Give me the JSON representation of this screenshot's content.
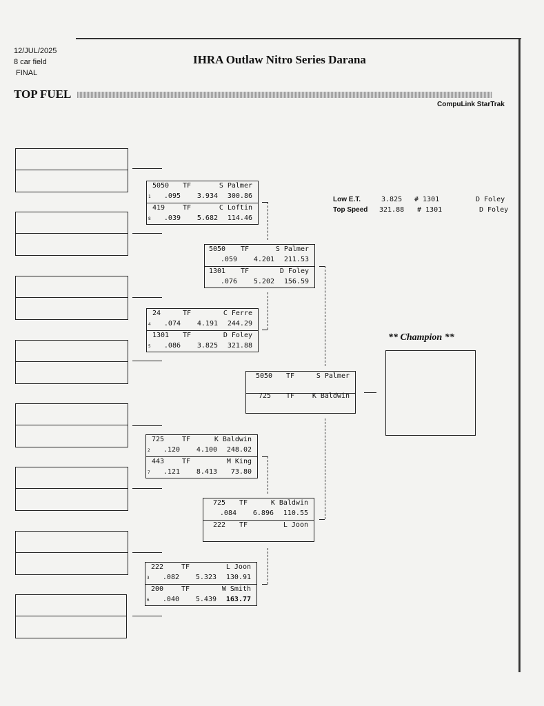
{
  "header": {
    "date": "12/JUL/2025",
    "field": "8 car field",
    "status": "FINAL",
    "title": "IHRA Outlaw Nitro Series Darana",
    "section": "TOP FUEL",
    "brand": "CompuLink StarTrak"
  },
  "stats": {
    "low_et": {
      "label": "Low  E.T.",
      "value": "3.825",
      "car": "# 1301",
      "driver": "D Foley"
    },
    "top_speed": {
      "label": "Top Speed",
      "value": "321.88",
      "car": "# 1301",
      "driver": "D Foley"
    }
  },
  "champion": {
    "label": "** Champion **"
  },
  "round1": [
    {
      "top": {
        "num": "5050",
        "cls": "TF",
        "name": "S Palmer",
        "seed": "1",
        "rt": ".095",
        "et": "3.934",
        "spd": "300.86"
      },
      "bottom": {
        "num": "419",
        "cls": "TF",
        "name": "C Loftin",
        "seed": "8",
        "rt": ".039",
        "et": "5.682",
        "spd": "114.46"
      }
    },
    {
      "top": {
        "num": "24",
        "cls": "TF",
        "name": "C Ferre",
        "seed": "4",
        "rt": ".074",
        "et": "4.191",
        "spd": "244.29"
      },
      "bottom": {
        "num": "1301",
        "cls": "TF",
        "name": "D Foley",
        "seed": "5",
        "rt": ".086",
        "et": "3.825",
        "spd": "321.88"
      }
    },
    {
      "top": {
        "num": "725",
        "cls": "TF",
        "name": "K Baldwin",
        "seed": "2",
        "rt": ".120",
        "et": "4.100",
        "spd": "248.02"
      },
      "bottom": {
        "num": "443",
        "cls": "TF",
        "name": "M King",
        "seed": "7",
        "rt": ".121",
        "et": "8.413",
        "spd": "73.80"
      }
    },
    {
      "top": {
        "num": "222",
        "cls": "TF",
        "name": "L Joon",
        "seed": "3",
        "rt": ".082",
        "et": "5.323",
        "spd": "130.91"
      },
      "bottom": {
        "num": "200",
        "cls": "TF",
        "name": "W Smith",
        "seed": "6",
        "rt": ".040",
        "et": "5.439",
        "spd": "163.77"
      }
    }
  ],
  "semis": [
    {
      "top": {
        "num": "5050",
        "cls": "TF",
        "name": "S Palmer",
        "rt": ".059",
        "et": "4.201",
        "spd": "211.53"
      },
      "bottom": {
        "num": "1301",
        "cls": "TF",
        "name": "D Foley",
        "rt": ".076",
        "et": "5.202",
        "spd": "156.59"
      }
    },
    {
      "top": {
        "num": "725",
        "cls": "TF",
        "name": "K Baldwin",
        "rt": ".084",
        "et": "6.896",
        "spd": "110.55"
      },
      "bottom": {
        "num": "222",
        "cls": "TF",
        "name": "L Joon"
      }
    }
  ],
  "final": {
    "top": {
      "num": "5050",
      "cls": "TF",
      "name": "S Palmer"
    },
    "bottom": {
      "num": "725",
      "cls": "TF",
      "name": "K Baldwin"
    }
  }
}
